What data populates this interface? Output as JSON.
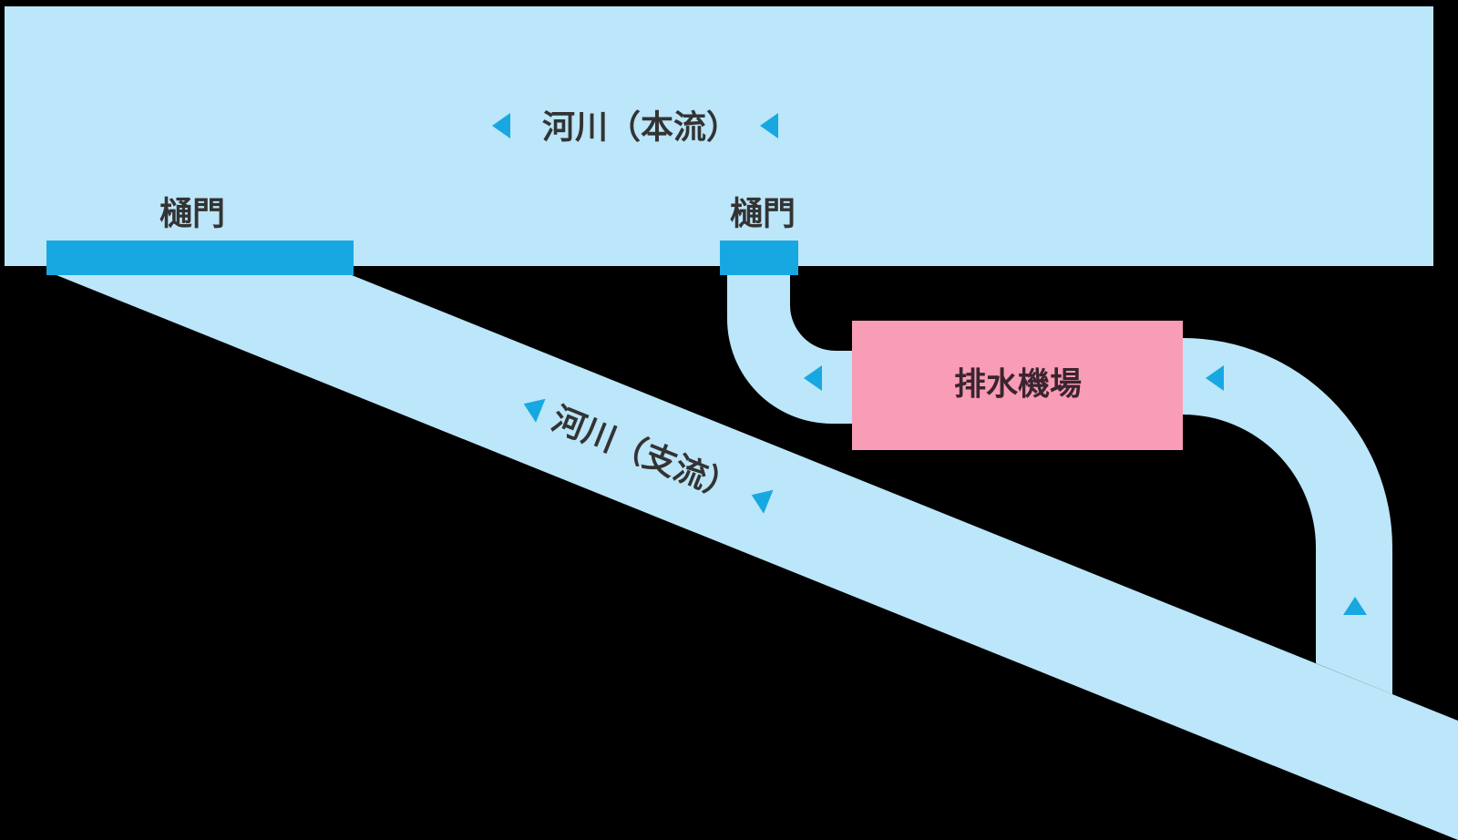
{
  "diagram": {
    "title_context": "river-drainage-pump-station-schematic",
    "background_color": "#000000",
    "colors": {
      "water_light": "#BCE6F9",
      "water_accent": "#18A8E1",
      "station_pink": "#F99CB5",
      "label_dark": "#333333",
      "station_label_dark": "#3A2430"
    },
    "labels": {
      "main_river": "河川（本流）",
      "tributary": "河川（支流）",
      "sluice_gate_left": "樋門",
      "sluice_gate_right": "樋門",
      "pump_station": "排水機場"
    },
    "flow_arrows": {
      "main_river_direction": "left",
      "main_river_arrow_count": 2,
      "tributary_direction": "up-left",
      "tributary_arrow_count": 2,
      "discharge_channel_direction": "left",
      "intake_channel_top_direction": "left",
      "intake_channel_bottom_direction": "up"
    }
  }
}
